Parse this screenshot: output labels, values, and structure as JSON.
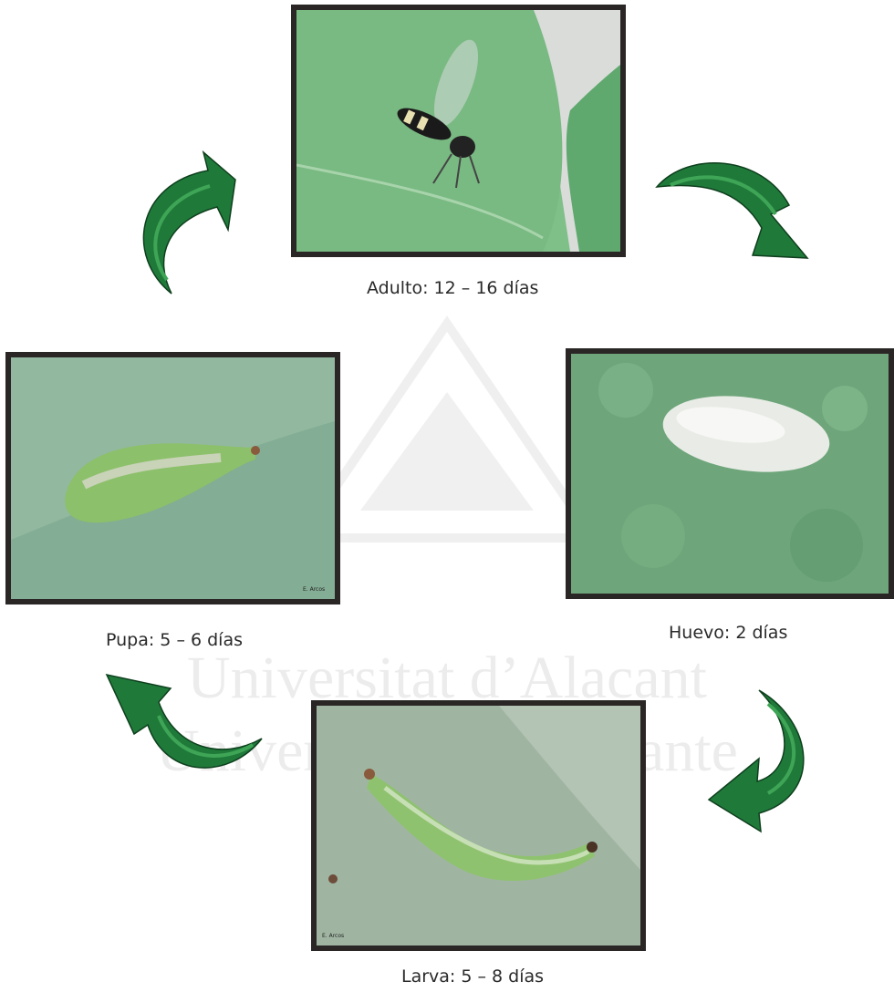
{
  "watermark": {
    "line1": "Universitat d’Alacant",
    "line2": "Universidad de Alicante"
  },
  "stages": {
    "adulto": {
      "caption": "Adulto: 12 – 16 días"
    },
    "huevo": {
      "caption": "Huevo: 2 días"
    },
    "larva": {
      "caption": "Larva: 5 – 8 días"
    },
    "pupa": {
      "caption": "Pupa: 5 – 6 días"
    }
  },
  "photo_credit": "E. Arcos",
  "colors": {
    "arrow_fill": "#1f7a3a",
    "arrow_light": "#3fa556",
    "frame": "#2b2626",
    "leaf": "#8fbf8e"
  }
}
